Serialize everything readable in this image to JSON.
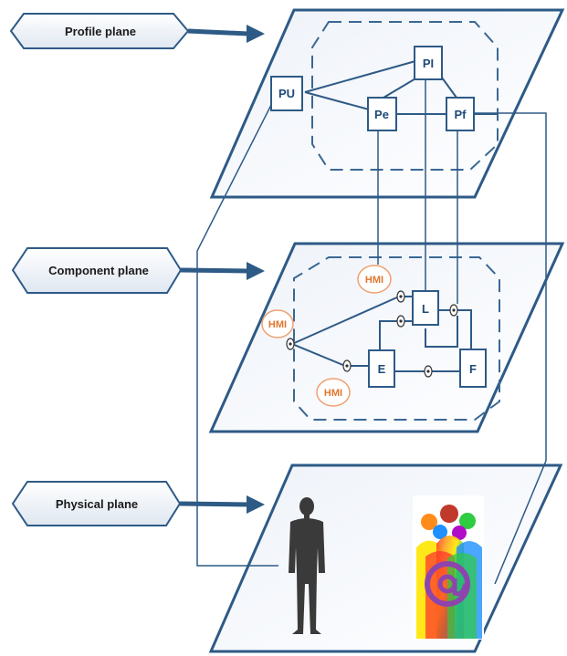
{
  "planes": {
    "profile": {
      "label": "Profile plane"
    },
    "component": {
      "label": "Component plane"
    },
    "physical": {
      "label": "Physical plane"
    }
  },
  "profile_nodes": {
    "pu": "PU",
    "pi": "PI",
    "pe": "Pe",
    "pf": "Pf"
  },
  "component_nodes": {
    "l": "L",
    "e": "E",
    "f": "F"
  },
  "hmi": {
    "top": "HMI",
    "left": "HMI",
    "bottom": "HMI"
  },
  "colors": {
    "plane_stroke": "#2e5a86",
    "hmi": "#e0762e"
  },
  "icons": {
    "person": "person-silhouette-icon",
    "group": "colorful-group-email-icon"
  }
}
